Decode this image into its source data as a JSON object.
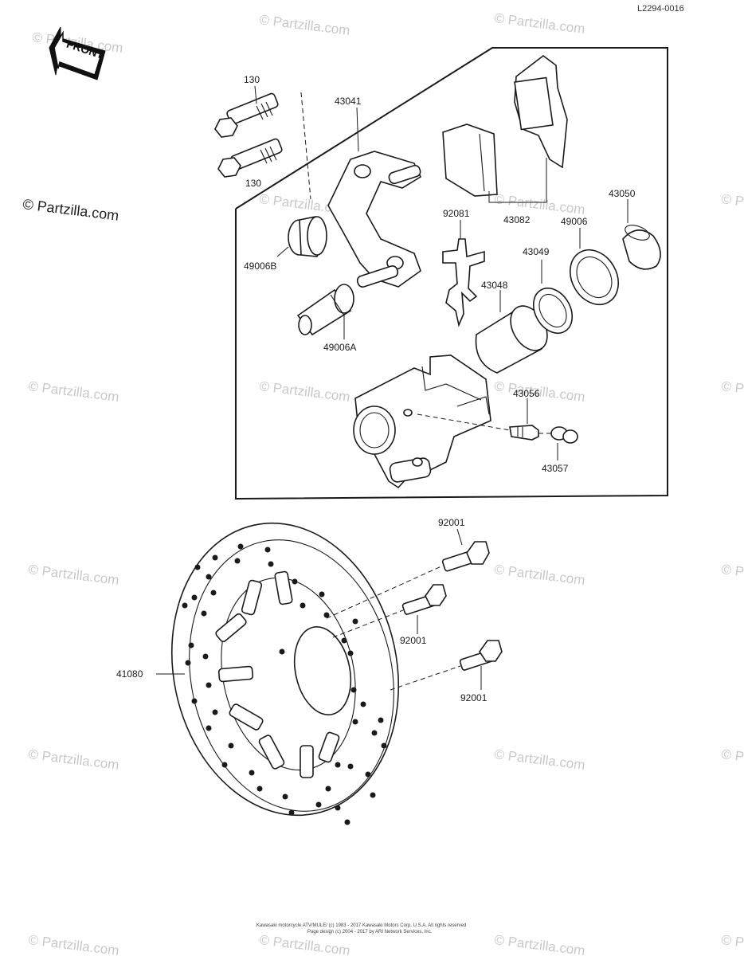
{
  "diagram_code": "L2294-0016",
  "front_label": "FRONT",
  "watermark_main": "© Partzilla.com",
  "watermark_repeat": "© Partzilla.com",
  "part_labels": {
    "p130_top": "130",
    "p130_bottom": "130",
    "p43041": "43041",
    "p43082": "43082",
    "p92081": "92081",
    "p43050": "43050",
    "p49006": "49006",
    "p49006B": "49006B",
    "p43049": "43049",
    "p43048": "43048",
    "p49006A": "49006A",
    "p43056": "43056",
    "p43057": "43057",
    "p92001_top": "92001",
    "p92001_mid": "92001",
    "p92001_bottom": "92001",
    "p41080": "41080"
  },
  "footer": {
    "line1": "Kawasaki motorcycle ATV/MULE/ (c) 1983 - 2017  Kawasaki Motors Corp. U.S.A.  All rights reserved",
    "line2": "Page design (c) 2004 - 2017 by ARI Network Services, Inc."
  }
}
